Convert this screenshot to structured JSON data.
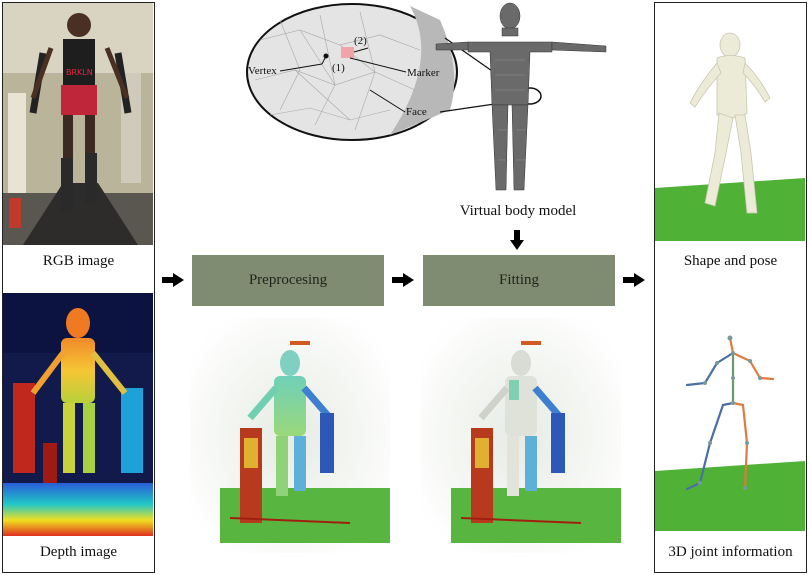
{
  "left_panel": {
    "rgb_caption": "RGB image",
    "depth_caption": "Depth image"
  },
  "pipeline": {
    "stage1": "Preprocesing",
    "stage2": "Fitting"
  },
  "body_model": {
    "caption": "Virtual body model",
    "zoom_labels": {
      "vertex": "Vertex",
      "marker": "Marker",
      "face": "Face",
      "n1": "(1)",
      "n2": "(2)"
    }
  },
  "right_panel": {
    "shape_caption": "Shape and pose",
    "joint_caption": "3D joint information"
  },
  "colors": {
    "stage_fill": "#7f8c72",
    "ground_green": "#4fb136",
    "skeleton_orange": "#e07a3c",
    "skeleton_blue": "#4a6fa5"
  }
}
